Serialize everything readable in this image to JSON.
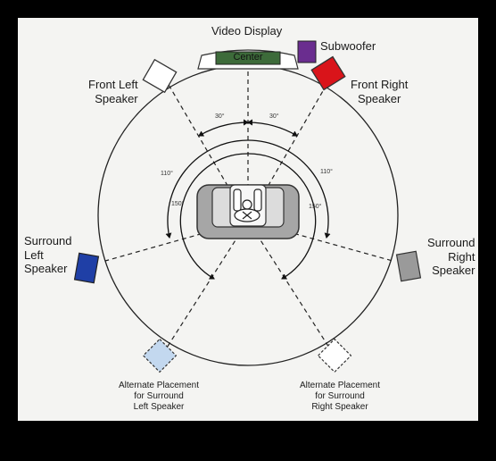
{
  "labels": {
    "video_display": "Video Display",
    "center": "Center",
    "subwoofer": "Subwoofer",
    "front_left": "Front Left\nSpeaker",
    "front_right": "Front Right\nSpeaker",
    "surround_left": "Surround\nLeft\nSpeaker",
    "surround_right": "Surround\nRight\nSpeaker",
    "alt_left": "Alternate Placement\nfor Surround\nLeft Speaker",
    "alt_right": "Alternate Placement\nfor Surround\nRight Speaker"
  },
  "angles": {
    "left_30": "30°",
    "right_30": "30°",
    "left_110": "110°",
    "right_110": "110°",
    "left_150": "150°",
    "right_150": "150°"
  },
  "colors": {
    "center_speaker": "#3d6b3a",
    "subwoofer": "#6a2d8f",
    "front_right": "#d9141a",
    "surround_left": "#1f3fa6",
    "surround_right": "#9a9a9a",
    "alt_left": "#c3d8ef",
    "front_left": "#ffffff",
    "alt_right": "#ffffff",
    "couch": "#a6a6a6"
  }
}
